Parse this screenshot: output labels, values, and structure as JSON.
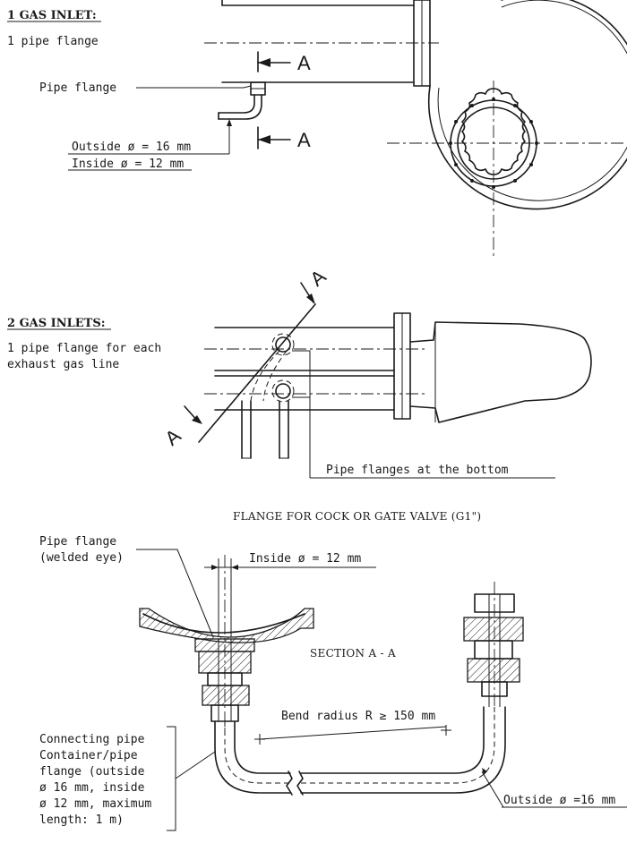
{
  "top": {
    "heading": "1 GAS INLET:",
    "subheading": "1 pipe flange",
    "pipe_flange_label": "Pipe flange",
    "outside_dia": "Outside ø = 16 mm",
    "inside_dia": "Inside ø = 12 mm",
    "section_letter_upper": "A",
    "section_letter_lower": "A"
  },
  "middle": {
    "heading": "2 GAS INLETS:",
    "desc_line1": "1 pipe flange for each",
    "desc_line2": "exhaust gas line",
    "section_letter_upper": "A",
    "section_letter_lower": "A",
    "bottom_label": "Pipe flanges at the bottom"
  },
  "bottom": {
    "title": "FLANGE FOR COCK OR GATE VALVE (G1\")",
    "pipe_flange_line1": "Pipe flange",
    "pipe_flange_line2": "(welded eye)",
    "inside_dia": "Inside ø = 12 mm",
    "section": "SECTION A - A",
    "bend_radius": "Bend radius R ≥ 150 mm",
    "connecting": [
      "Connecting pipe",
      "Container/pipe",
      "flange (outside",
      "ø 16 mm, inside",
      "ø 12 mm, maximum",
      "length: 1 m)"
    ],
    "outside_dia": "Outside ø =16 mm"
  }
}
